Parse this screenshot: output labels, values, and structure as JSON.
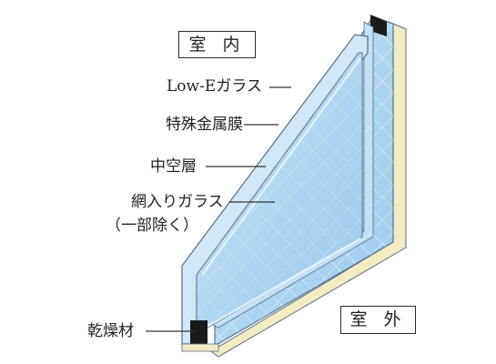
{
  "labels": {
    "indoor": "室 内",
    "outdoor": "室 外",
    "low_e_glass": "Low-Eガラス",
    "special_metal_film": "特殊金属膜",
    "hollow_layer": "中空層",
    "wired_glass": "網入りガラス",
    "wired_glass_note": "（一部除く）",
    "desiccant": "乾燥材"
  },
  "colors": {
    "frame_outline": "#5a6f86",
    "glass_blue": "#a9d3ef",
    "glass_edge": "#d3e8f6",
    "spacer": "#1a1a1a",
    "sealant": "#f2ebc4",
    "leader_line": "#333333",
    "wire_mesh": "#ffffff"
  }
}
